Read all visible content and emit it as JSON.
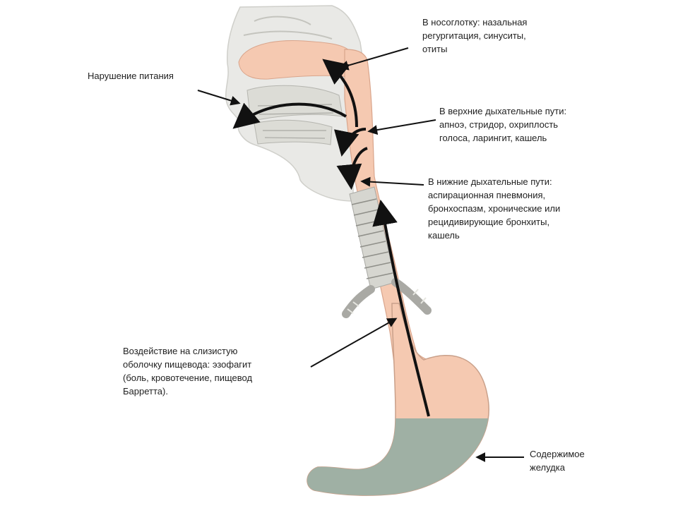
{
  "labels": {
    "nasopharynx": [
      "В носоглотку: назальная",
      "регургитация, синуситы,",
      "отиты"
    ],
    "nutrition": [
      "Нарушение питания"
    ],
    "upper_airways": [
      "В верхние дыхательные пути:",
      "апноэ, стридор, охриплость",
      "голоса, ларингит, кашель"
    ],
    "lower_airways": [
      "В нижние дыхательные пути:",
      "аспирационная пневмония,",
      "бронхоспазм, хронические или",
      "рецидивирующие бронхиты,",
      "кашель"
    ],
    "esophagus": [
      "Воздействие на слизистую",
      "оболочку пищевода: эзофагит",
      "(боль, кровотечение, пищевод",
      "Барретта)."
    ],
    "stomach": [
      "Содержимое",
      "желудка"
    ]
  },
  "colors": {
    "tract_fill": "#f5c9b1",
    "tract_stroke": "#d9a58c",
    "head_fill": "#e9e9e6",
    "structure_line": "#a9a9a4",
    "trachea_fill": "#d6d6d0",
    "stomach_content": "#9fb0a4",
    "arrow": "#111111",
    "text": "#222222"
  }
}
